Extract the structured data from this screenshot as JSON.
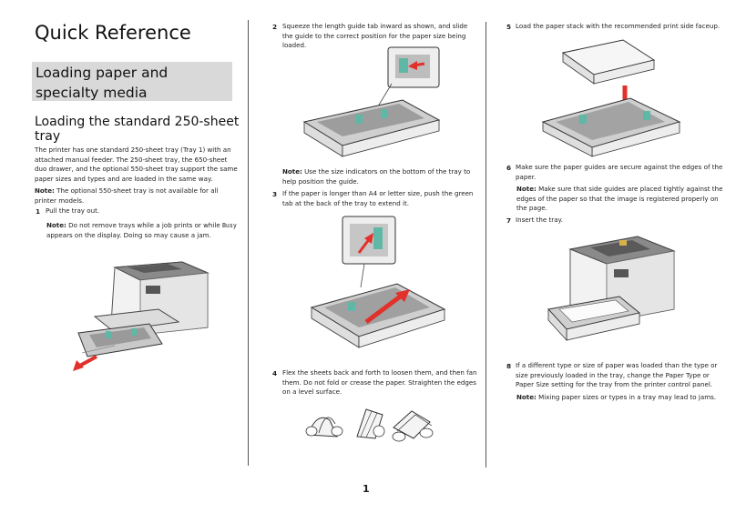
{
  "header": {
    "title": "Quick Reference"
  },
  "section": {
    "banner_line1": "Loading paper and",
    "banner_line2": "specialty media"
  },
  "subsection": {
    "heading": "Loading the standard 250-sheet tray"
  },
  "intro": {
    "text": "The printer has one standard 250-sheet tray (Tray 1) with an attached manual feeder. The 250-sheet tray, the 650-sheet duo drawer, and the optional 550-sheet tray support the same paper sizes and types and are loaded in the same way.",
    "note_label": "Note:",
    "note_text": " The optional 550-sheet tray is not available for all printer models."
  },
  "steps": [
    {
      "number": "1",
      "text": "Pull the tray out.",
      "note_label": "Note:",
      "note_pre": " Do not remove trays while a job prints or while ",
      "note_code": "Busy",
      "note_post": " appears on the display. Doing so may cause a jam."
    },
    {
      "number": "2",
      "text": "Squeeze the length guide tab inward as shown, and slide the guide to the correct position for the paper size being loaded.",
      "note_label": "Note:",
      "note_text": " Use the size indicators on the bottom of the tray to help position the guide."
    },
    {
      "number": "3",
      "text": "If the paper is longer than A4 or letter size, push the green tab at the back of the tray to extend it."
    },
    {
      "number": "4",
      "text": "Flex the sheets back and forth to loosen them, and then fan them. Do not fold or crease the paper. Straighten the edges on a level surface."
    },
    {
      "number": "5",
      "text": "Load the paper stack with the recommended print side faceup."
    },
    {
      "number": "6",
      "text": "Make sure the paper guides are secure against the edges of the paper.",
      "note_label": "Note:",
      "note_text": " Make sure that side guides are placed tightly against the edges of the paper so that the image is registered properly on the page."
    },
    {
      "number": "7",
      "text": "Insert the tray."
    },
    {
      "number": "8",
      "text": "If a different type or size of paper was loaded than the type or size previously loaded in the tray, change the Paper Type or Paper Size setting for the tray from the printer control panel.",
      "note_label": "Note:",
      "note_text": " Mixing paper sizes or types in a tray may lead to jams."
    }
  ],
  "footer": {
    "page_number": "1"
  },
  "colors": {
    "banner_bg": "#d9d9d9",
    "arrow_red": "#e2302a",
    "tab_green": "#5fb7a6"
  }
}
